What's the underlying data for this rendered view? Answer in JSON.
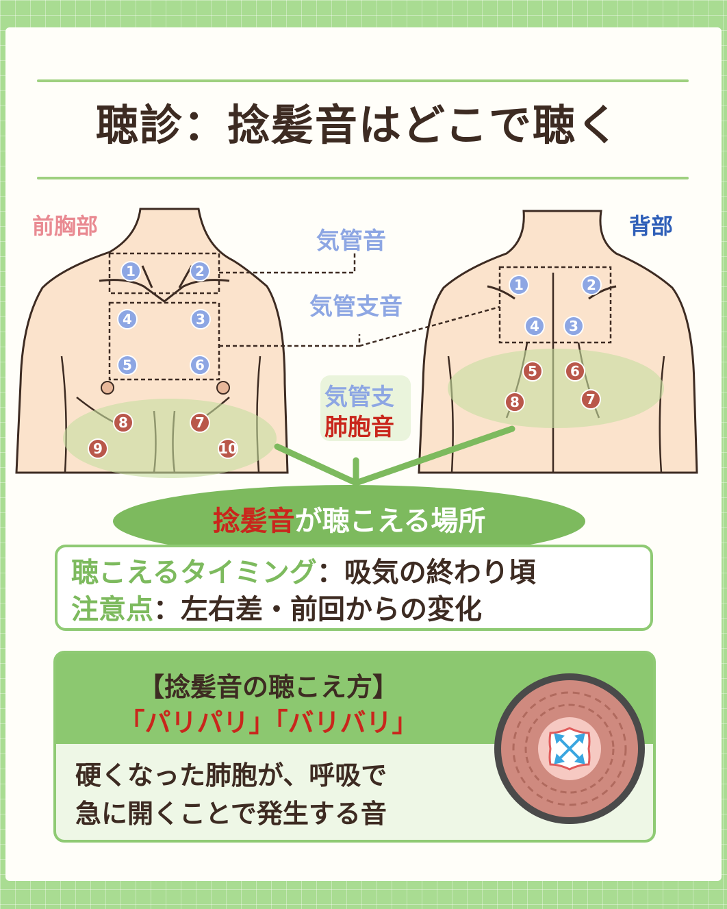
{
  "title": "聴診：捻髪音はどこで聴く",
  "labels": {
    "front": "前胸部",
    "back": "背部",
    "tracheal": "気管音",
    "bronchial": "気管支音",
    "bv_line1": "気管支",
    "bv_line2": "肺胞音"
  },
  "front_points": [
    "1",
    "2",
    "3",
    "4",
    "5",
    "6",
    "7",
    "8",
    "9",
    "10"
  ],
  "back_points": [
    "1",
    "2",
    "3",
    "4",
    "5",
    "6",
    "7",
    "8"
  ],
  "result": {
    "red": "捻髪音",
    "rest": "が聴こえる場所"
  },
  "info": {
    "timing_label": "聴こえるタイミング",
    "timing_value": "：吸気の終わり頃",
    "note_label": "注意点",
    "note_value": "：左右差・前回からの変化"
  },
  "sound": {
    "heading": "【捻髪音の聴こえ方】",
    "onomatopoeia": "「パリパリ」「バリバリ」",
    "desc_line1": "硬くなった肺胞が、呼吸で",
    "desc_line2": "急に開くことで発生する音"
  },
  "colors": {
    "green": "#7dba5e",
    "red": "#c9261c",
    "blue_point": "#8da6e3",
    "brown_point": "#b9574a",
    "skin": "#fbe3cc"
  }
}
